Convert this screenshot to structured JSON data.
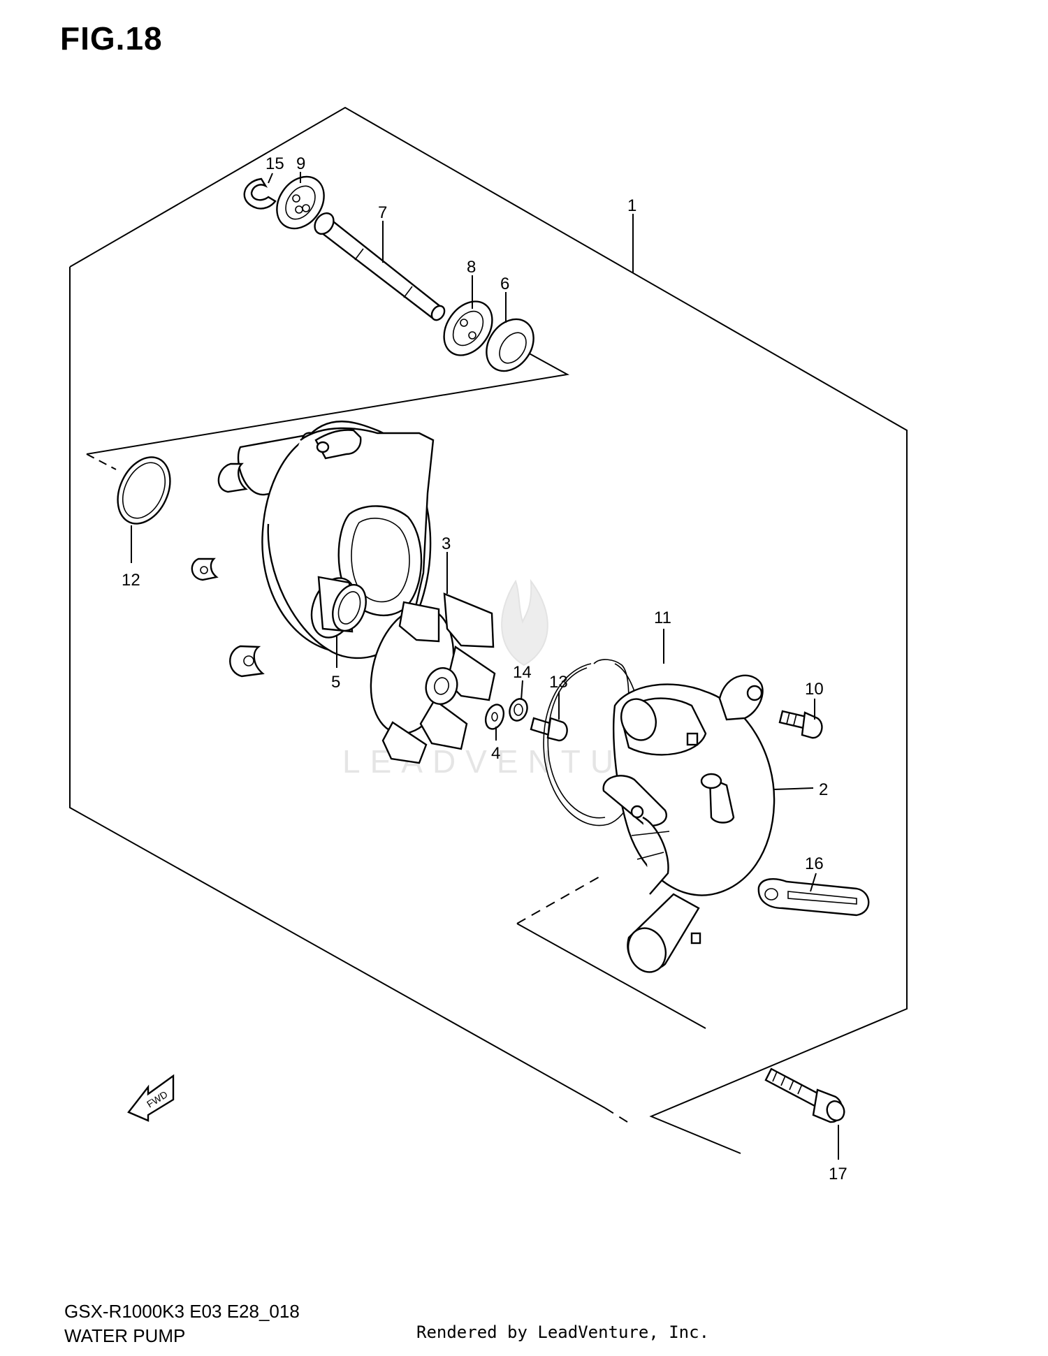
{
  "figure": {
    "title": "FIG.18"
  },
  "watermark": {
    "text": "LEADVENTURE",
    "color": "#e3e3e3"
  },
  "fwd_badge": {
    "text": "FWD",
    "icon": "fwd-arrow-icon"
  },
  "callouts": [
    {
      "id": "15",
      "label": "15"
    },
    {
      "id": "9",
      "label": "9"
    },
    {
      "id": "7",
      "label": "7"
    },
    {
      "id": "1",
      "label": "1"
    },
    {
      "id": "8",
      "label": "8"
    },
    {
      "id": "6",
      "label": "6"
    },
    {
      "id": "12",
      "label": "12"
    },
    {
      "id": "3",
      "label": "3"
    },
    {
      "id": "5",
      "label": "5"
    },
    {
      "id": "11",
      "label": "11"
    },
    {
      "id": "14",
      "label": "14"
    },
    {
      "id": "13",
      "label": "13"
    },
    {
      "id": "10",
      "label": "10"
    },
    {
      "id": "4",
      "label": "4"
    },
    {
      "id": "2",
      "label": "2"
    },
    {
      "id": "16",
      "label": "16"
    },
    {
      "id": "17",
      "label": "17"
    }
  ],
  "footer": {
    "model_code": "GSX-R1000K3 E03 E28_018",
    "section_name": "WATER PUMP",
    "rendered_by": "Rendered by LeadVenture, Inc."
  }
}
